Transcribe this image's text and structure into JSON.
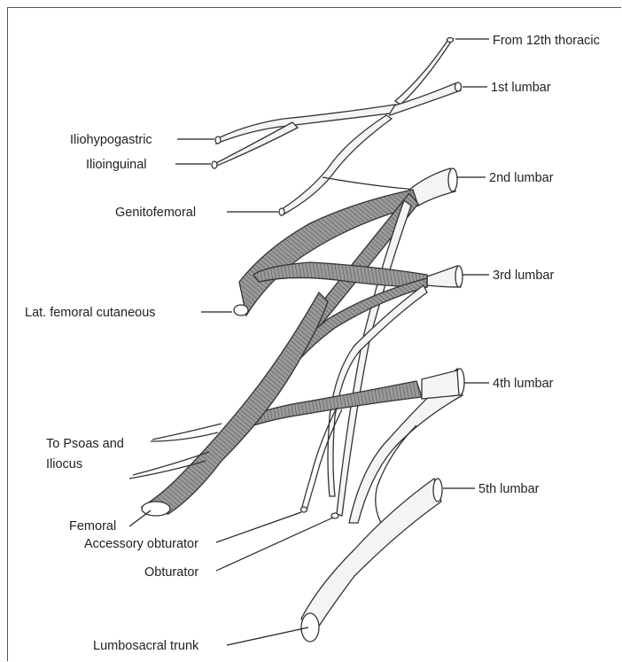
{
  "labels": {
    "from_12th_thoracic": "From 12th thoracic",
    "first_lumbar": "1st lumbar",
    "second_lumbar": "2nd lumbar",
    "third_lumbar": "3rd lumbar",
    "fourth_lumbar": "4th lumbar",
    "fifth_lumbar": "5th lumbar",
    "iliohypogastric": "Iliohypogastric",
    "ilioinguinal": "Ilioinguinal",
    "genitofemoral": "Genitofemoral",
    "lat_femoral_cutaneous": "Lat. femoral cutaneous",
    "to_psoas_line1": "To Psoas and",
    "to_psoas_line2": "Iliocus",
    "femoral": "Femoral",
    "accessory_obturator": "Accessory obturator",
    "obturator": "Obturator",
    "lumbosacral_trunk": "Lumbosacral trunk"
  }
}
